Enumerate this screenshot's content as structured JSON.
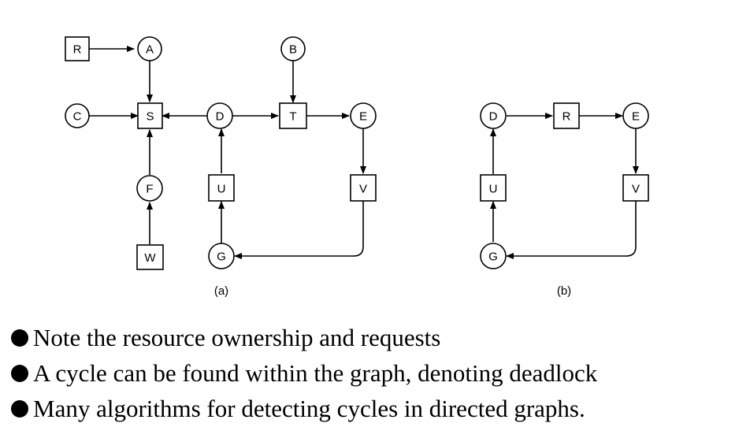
{
  "diagram_a": {
    "caption": "(a)",
    "nodes": {
      "R": "R",
      "A": "A",
      "B": "B",
      "C": "C",
      "S": "S",
      "D": "D",
      "T": "T",
      "E": "E",
      "F": "F",
      "U": "U",
      "V": "V",
      "W": "W",
      "G": "G"
    }
  },
  "diagram_b": {
    "caption": "(b)",
    "nodes": {
      "D": "D",
      "R": "R",
      "E": "E",
      "U": "U",
      "V": "V",
      "G": "G"
    }
  },
  "bullets": [
    "Note the resource ownership and requests",
    "A cycle can be found within the graph, denoting deadlock",
    "Many algorithms for detecting cycles in directed graphs."
  ]
}
